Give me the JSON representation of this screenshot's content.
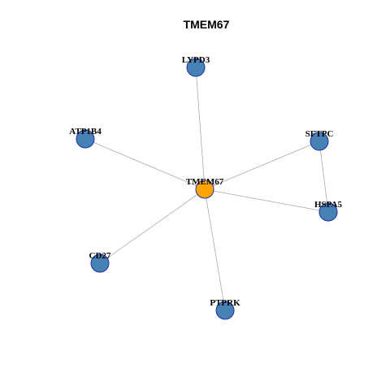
{
  "title": "TMEM67",
  "colors": {
    "center_node": "#ffa500",
    "leaf_node": "#4682b4",
    "node_border": "#1f2fa8",
    "edge": "#aaaaaa"
  },
  "nodes": [
    {
      "id": "TMEM67",
      "label": "TMEM67",
      "role": "center"
    },
    {
      "id": "LYPD3",
      "label": "LYPD3",
      "role": "leaf"
    },
    {
      "id": "ATP1B4",
      "label": "ATP1B4",
      "role": "leaf"
    },
    {
      "id": "SFTPC",
      "label": "SFTPC",
      "role": "leaf"
    },
    {
      "id": "HSPA5",
      "label": "HSPA5",
      "role": "leaf"
    },
    {
      "id": "CD27",
      "label": "CD27",
      "role": "leaf"
    },
    {
      "id": "PTPRK",
      "label": "PTPRK",
      "role": "leaf"
    }
  ],
  "edges": [
    {
      "source": "TMEM67",
      "target": "LYPD3"
    },
    {
      "source": "TMEM67",
      "target": "ATP1B4"
    },
    {
      "source": "TMEM67",
      "target": "SFTPC"
    },
    {
      "source": "TMEM67",
      "target": "HSPA5"
    },
    {
      "source": "TMEM67",
      "target": "CD27"
    },
    {
      "source": "TMEM67",
      "target": "PTPRK"
    },
    {
      "source": "SFTPC",
      "target": "HSPA5"
    }
  ]
}
